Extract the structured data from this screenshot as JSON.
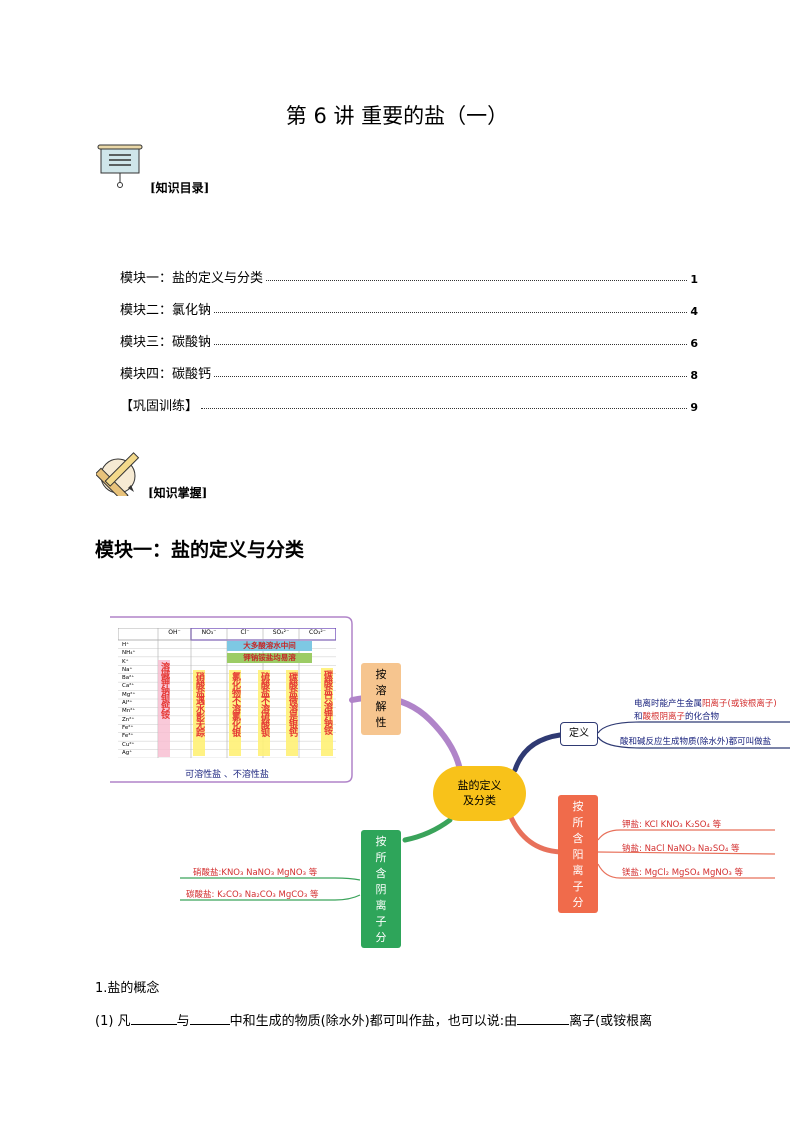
{
  "title": "第 6 讲  重要的盐（一）",
  "sections": {
    "toc_label": "[知识目录]",
    "knowledge_label": "[知识掌握]"
  },
  "toc": [
    {
      "label": "模块一：盐的定义与分类",
      "page": "1"
    },
    {
      "label": "模块二：氯化钠",
      "page": "4"
    },
    {
      "label": "模块三：碳酸钠",
      "page": "6"
    },
    {
      "label": "模块四：碳酸钙",
      "page": "8"
    },
    {
      "label": "【巩固训练】",
      "page": "9"
    }
  ],
  "module_heading": "模块一：盐的定义与分类",
  "mindmap": {
    "center": [
      "盐的定义",
      "及分类"
    ],
    "solubility_branch": [
      "按",
      "溶",
      "解",
      "性"
    ],
    "solubility_caption": "可溶性盐 、不溶性盐",
    "definition_branch": "定义",
    "definition_line1_a": "电离时能产生金属",
    "definition_line1_b": "阳离子(或铵根离子)",
    "definition_line2_a": "和",
    "definition_line2_b": "酸根阴离子",
    "definition_line2_c": "的化合物",
    "definition_line3": "酸和碱反应生成物质(除水外)都可叫做盐",
    "cation_branch": [
      "按",
      "所",
      "含",
      "阳",
      "离",
      "子",
      "分"
    ],
    "cation_items": [
      "钾盐: KCl   KNO₃   K₂SO₄  等",
      "钠盐: NaCl   NaNO₃  Na₂SO₄  等",
      "镁盐: MgCl₂   MgSO₄   MgNO₃  等"
    ],
    "anion_branch": [
      "按",
      "所",
      "含",
      "阴",
      "离",
      "子",
      "分"
    ],
    "anion_items": [
      "硝酸盐:KNO₃   NaNO₃   MgNO₃ 等",
      "碳酸盐: K₂CO₃   Na₂CO₃   MgCO₃ 等"
    ]
  },
  "solubility_table": {
    "header": [
      "",
      "OH⁻",
      "NO₃⁻",
      "Cl⁻",
      "SO₄²⁻",
      "CO₃²⁻"
    ],
    "ions": [
      "H⁺",
      "NH₄⁺",
      "K⁺",
      "Na⁺",
      "Ba²⁺",
      "Ca²⁺",
      "Mg²⁺",
      "Al³⁺",
      "Mn²⁺",
      "Zn²⁺",
      "Fe²⁺",
      "Fe³⁺",
      "Cu²⁺",
      "Ag⁺"
    ],
    "banner1": "大多酸溶水中间",
    "banner2": "钾钠铵盐均易溶",
    "columns": [
      "溶碱钾钠钡钙铵",
      "硝酸盐遇水影无踪",
      "氯化物不溶氯化银",
      "硫酸盐不溶硫酸钡",
      "碳酸盐微溶是银钙",
      "碳酸盐只溶钾钠铵"
    ],
    "cell_text": "溶"
  },
  "concept": {
    "heading": "1.盐的概念",
    "line_prefix": "(1)  凡",
    "line_mid1": "与",
    "line_mid2": "中和生成的物质(除水外)都可叫作盐，也可以说:由",
    "line_end": "离子(或铵根离"
  },
  "colors": {
    "purple_line": "#b084c9",
    "navy_line": "#2f3a73",
    "orange_line": "#e8715b",
    "green_line": "#3aa35a",
    "center_fill": "#f8c21a",
    "red_text": "#d32f2f",
    "navy_text": "#1a237e"
  }
}
